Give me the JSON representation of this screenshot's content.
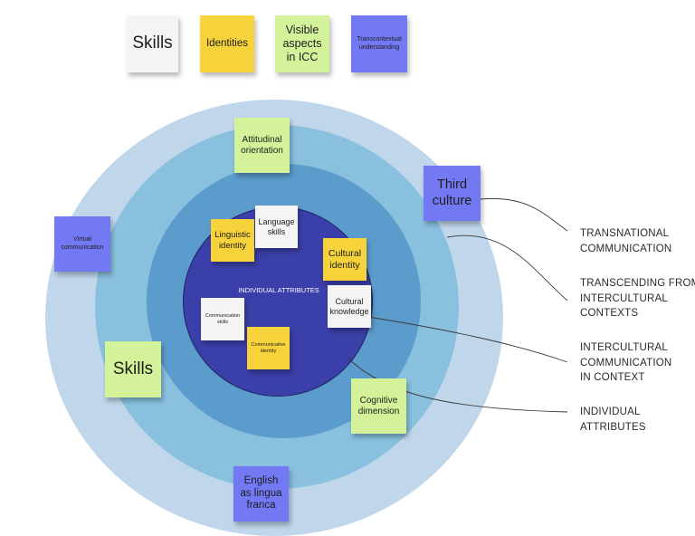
{
  "legend": [
    {
      "label": "Skills",
      "color": "#f4f4f4"
    },
    {
      "label": "Identities",
      "color": "#f6d33a"
    },
    {
      "label": "Visible aspects in ICC",
      "color": "#d3f29a"
    },
    {
      "label": "Transcontextual understanding",
      "color": "#7379f2"
    }
  ],
  "center_label": "INDIVIDUAL ATTRIBUTES",
  "notes": {
    "attitudinal_orientation": "Attitudinal orientation",
    "third_culture": "Third culture",
    "virtual_communication": "Virtual communication",
    "linguistic_identity": "Linguistic identity",
    "language_skills": "Language skills",
    "cultural_identity": "Cultural identity",
    "cultural_knowledge": "Cultural knowledge",
    "communication_skills": "Communication skills",
    "communicative_identity": "Communicative identity",
    "skills": "Skills",
    "cognitive_dimension": "Cognitive dimension",
    "english_lingua_franca": "English as lingua franca"
  },
  "ring_labels": {
    "transnational": [
      "TRANSNATIONAL",
      "COMMUNICATION"
    ],
    "transcending": [
      "TRANSCENDING FROM",
      "INTERCULTURAL",
      "CONTEXTS"
    ],
    "intercultural_context": [
      "INTERCULTURAL",
      "COMMUNICATION",
      "IN CONTEXT"
    ],
    "individual": [
      "INDIVIDUAL",
      "ATTRIBUTES"
    ]
  },
  "colors": {
    "outer_ring": "#c0d6ea",
    "second_ring": "#88c0de",
    "third_ring": "#5c9ccd",
    "core": "#3b3fa9"
  }
}
